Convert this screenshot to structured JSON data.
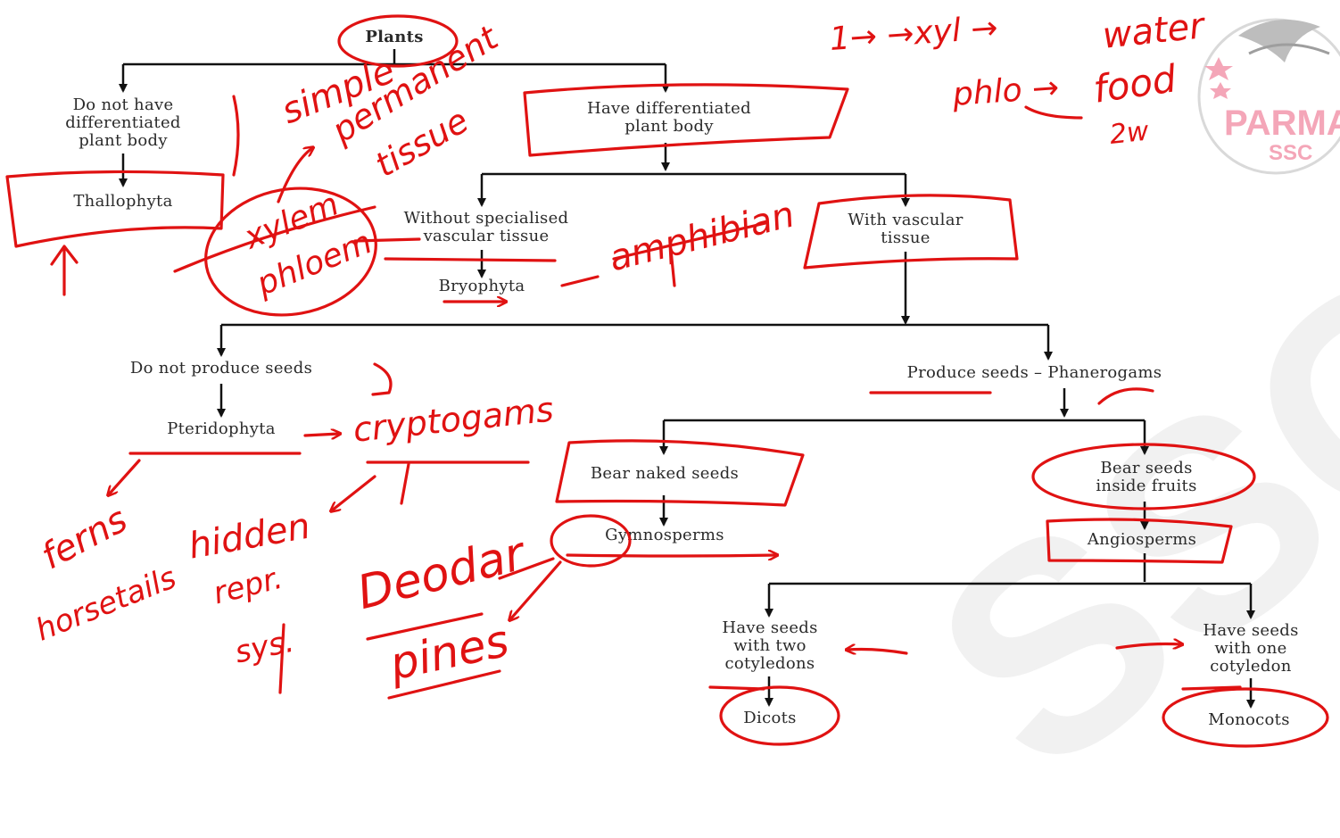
{
  "nodes": {
    "plants": "Plants",
    "no_diff": "Do not have\ndifferentiated\nplant body",
    "have_diff": "Have differentiated\nplant body",
    "thallophyta": "Thallophyta",
    "without_vascular": "Without specialised\nvascular tissue",
    "with_vascular": "With vascular\ntissue",
    "bryophyta": "Bryophyta",
    "no_seeds": "Do not produce seeds",
    "seeds": "Produce seeds – Phanerogams",
    "pteridophyta": "Pteridophyta",
    "naked_seeds": "Bear naked seeds",
    "inside_fruits": "Bear seeds\ninside fruits",
    "gymnosperms": "Gymnosperms",
    "angiosperms": "Angiosperms",
    "two_cotyledons": "Have seeds\nwith two\ncotyledons",
    "one_cotyledon": "Have seeds\nwith one\ncotyledon",
    "dicots": "Dicots",
    "monocots": "Monocots"
  },
  "annotations": {
    "simple": "simple",
    "permanent": "permanent",
    "tissue": "tissue",
    "xylem": "xylem",
    "phloem": "phloem",
    "amphibian": "amphibian",
    "cryptogams": "cryptogams",
    "ferns": "ferns",
    "horsetails": "horsetails",
    "hidden": "hidden",
    "repr": "repr.",
    "sys": "sys.",
    "deodar": "Deodar",
    "pines": "pines",
    "xyl_note": "1→ →xyl →",
    "water": "water",
    "phlo_note": "phlo →",
    "food": "food",
    "two_w": "2w"
  },
  "logo": {
    "name": "PARMAR",
    "sub": "SSC"
  },
  "watermark": "SSC",
  "colors": {
    "ink": "#2a2a2a",
    "pen": "#e01212",
    "logo": "#f4a6b8"
  }
}
